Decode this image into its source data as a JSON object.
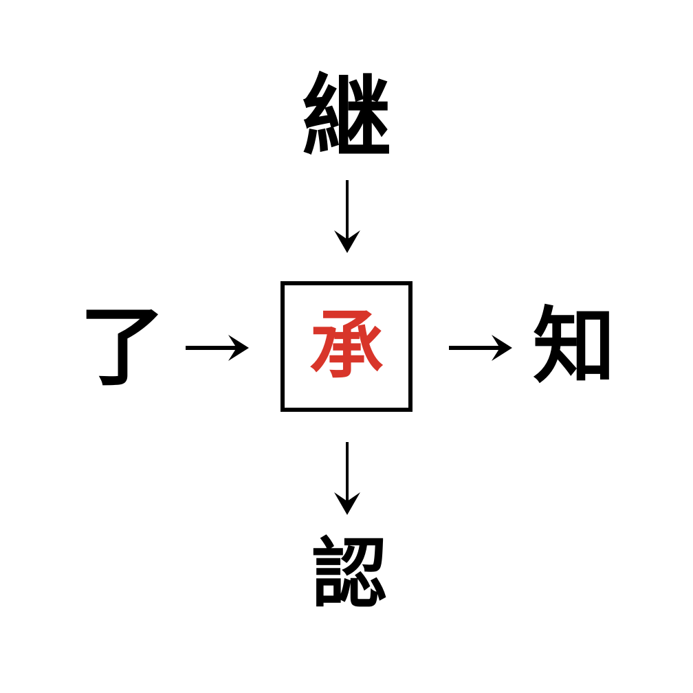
{
  "diagram": {
    "type": "kanji-relationship-diagram",
    "background_color": "#ffffff",
    "center": {
      "character": "承",
      "color": "#D8352A",
      "boxed": true,
      "box_border_color": "#000000"
    },
    "nodes": [
      {
        "position": "top",
        "character": "継",
        "color": "#000000"
      },
      {
        "position": "left",
        "character": "了",
        "color": "#000000"
      },
      {
        "position": "right",
        "character": "知",
        "color": "#000000"
      },
      {
        "position": "bottom",
        "character": "認",
        "color": "#000000"
      }
    ],
    "arrows": [
      {
        "name": "top-to-center",
        "direction": "down",
        "from": "継",
        "to": "承",
        "color": "#000000"
      },
      {
        "name": "left-to-center",
        "direction": "right",
        "from": "了",
        "to": "承",
        "color": "#000000"
      },
      {
        "name": "center-to-right",
        "direction": "right",
        "from": "承",
        "to": "知",
        "color": "#000000"
      },
      {
        "name": "center-to-bottom",
        "direction": "down",
        "from": "承",
        "to": "認",
        "color": "#000000"
      }
    ]
  }
}
